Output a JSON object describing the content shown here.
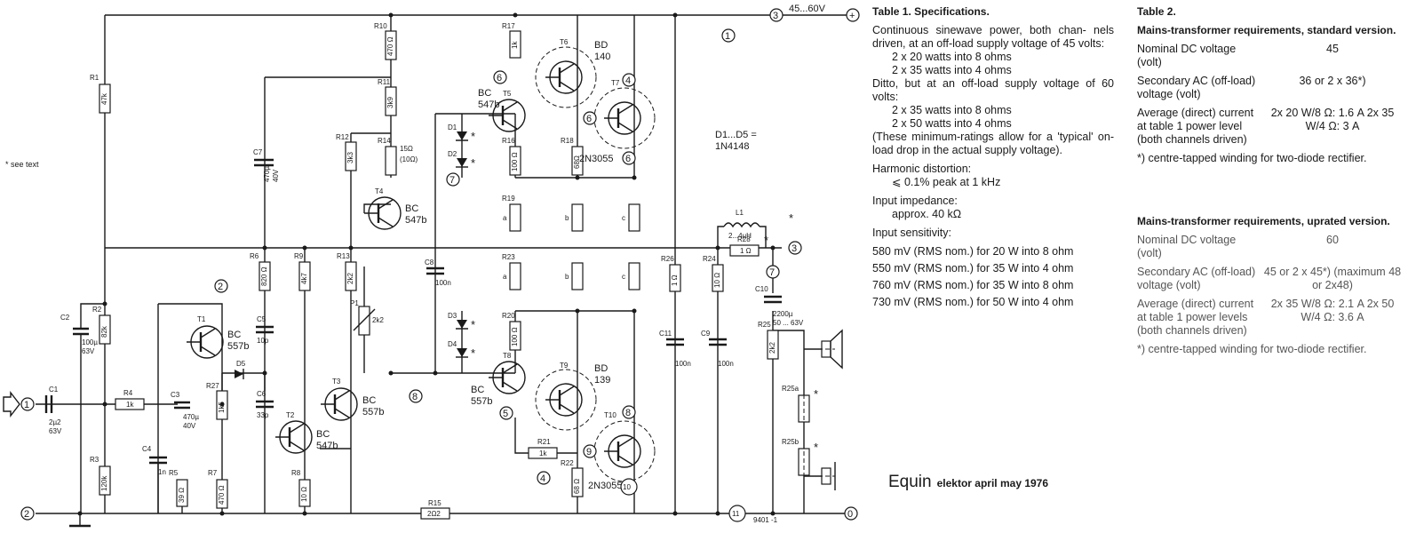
{
  "schematic": {
    "supply_label": "45...60V",
    "see_text": "* see text",
    "diode_note_1": "D1...D5 =",
    "diode_note_2": "1N4148",
    "ref_code": "9401 -1",
    "resistors": {
      "r1": "R1",
      "r1v": "47k",
      "r2": "R2",
      "r2v": "82k",
      "r3": "R3",
      "r3v": "120k",
      "r4": "R4",
      "r4v": "1k",
      "r5": "R5",
      "r5v": "39 Ω",
      "r6": "R6",
      "r6v": "820 Ω",
      "r7": "R7",
      "r7v": "470 Ω",
      "r8": "R8",
      "r8v": "10 Ω",
      "r9": "R9",
      "r9v": "4k7",
      "r10": "R10",
      "r10v": "470 Ω",
      "r11": "R11",
      "r11v": "3k9",
      "r12": "R12",
      "r12v": "3k3",
      "r13": "R13",
      "r13v": "2k2",
      "r14": "R14",
      "r14v": "15Ω",
      "r14v2": "(10Ω)",
      "r15": "R15",
      "r15v": "2Ω2",
      "r16": "R16",
      "r16v": "100 Ω",
      "r17": "R17",
      "r17v": "1k",
      "r18": "R18",
      "r18v": "68Ω",
      "r19": "R19",
      "r20": "R20",
      "r20v": "100 Ω",
      "r21": "R21",
      "r21v": "1k",
      "r22": "R22",
      "r22v": "68 Ω",
      "r23": "R23",
      "r24": "R24",
      "r24v": "10 Ω",
      "r25": "R25",
      "r25v": "2k2",
      "r25a": "R25a",
      "r25b": "R25b",
      "r26": "R26",
      "r26v": "1 Ω",
      "r27": "R27",
      "r27v": "1k5",
      "r28": "R28",
      "r28v": "1 Ω",
      "one_ohm": "1 Ω",
      "a": "a",
      "b": "b",
      "c": "c"
    },
    "capacitors": {
      "c1": "C1",
      "c1v": "2µ2",
      "c1v2": "63V",
      "c2": "C2",
      "c2v": "100µ",
      "c2v2": "63V",
      "c3": "C3",
      "c3v": "470µ",
      "c3v2": "40V",
      "c4": "C4",
      "c4v": "1n",
      "c5": "C5",
      "c5v": "10p",
      "c6": "C6",
      "c6v": "33p",
      "c7": "C7",
      "c7v": "470µ",
      "c7v2": "40V",
      "c8": "C8",
      "c8v": "100n",
      "c9": "C9",
      "c9v": "100n",
      "c10": "C10",
      "c10v": "2200µ",
      "c10v2": "50 ... 63V",
      "c11": "C11",
      "c11v": "100n"
    },
    "inductor": {
      "l1": "L1",
      "l1v": "2...4µH"
    },
    "pot": {
      "p1": "P1",
      "p1v": "2k2"
    },
    "diodes": {
      "d1": "D1",
      "d2": "D2",
      "d3": "D3",
      "d4": "D4",
      "d5": "D5"
    },
    "transistors": {
      "t1": "T1",
      "t1t1": "BC",
      "t1t2": "557b",
      "t2": "T2",
      "t2t1": "BC",
      "t2t2": "547b",
      "t3": "T3",
      "t3t1": "BC",
      "t3t2": "557b",
      "t4": "T4",
      "t4t1": "BC",
      "t4t2": "547b",
      "t5": "T5",
      "t5t1": "BC",
      "t5t2": "547b",
      "t6": "T6",
      "t6t1": "BD",
      "t6t2": "140",
      "t7": "T7",
      "t7t2": "2N3055",
      "t8": "T8",
      "t8t1": "BC",
      "t8t2": "557b",
      "t9": "T9",
      "t9t1": "BD",
      "t9t2": "139",
      "t10": "T10",
      "t10t2": "2N3055"
    },
    "nodes": [
      "1",
      "2",
      "3",
      "4",
      "5",
      "6",
      "7",
      "8",
      "9",
      "10",
      "11"
    ],
    "terminal_plus": "+",
    "terminal_zero": "0",
    "star": "*"
  },
  "table1": {
    "title": "Table 1. Specifications.",
    "intro": "Continuous sinewave power, both chan- nels driven, at an off-load supply voltage of 45 volts:",
    "p45_8": "2 x 20 watts into 8 ohms",
    "p45_4": "2 x 35 watts into 4 ohms",
    "ditto": "Ditto, but at an off-load supply voltage of 60 volts:",
    "p60_8": "2 x 35 watts into 8 ohms",
    "p60_4": "2 x 50 watts into 4 ohms",
    "note": "(These minimum-ratings allow for a 'typical' on-load drop in the actual supply voltage).",
    "hd_label": "Harmonic distortion:",
    "hd_value": "⩽ 0.1% peak at 1 kHz",
    "imp_label": "Input impedance:",
    "imp_value": "approx. 40 kΩ",
    "sens_label": "Input sensitivity:",
    "sens": [
      "580 mV (RMS nom.) for 20 W into 8 ohm",
      "550 mV (RMS nom.) for 35 W into 4 ohm",
      "760 mV (RMS nom.) for 35 W into 8 ohm",
      "730 mV (RMS nom.) for 50 W into 4 ohm"
    ]
  },
  "table2": {
    "title": "Table 2.",
    "std_head": "Mains-transformer requirements, standard version.",
    "std_rows": [
      {
        "label": "Nominal DC voltage (volt)",
        "value": "45"
      },
      {
        "label": "Secondary AC (off-load) voltage (volt)",
        "value": "36 or 2 x 36*)"
      },
      {
        "label": "Average (direct) current at table 1 power level (both channels driven)",
        "value": "2x 20 W/8 Ω: 1.6 A 2x 35 W/4 Ω: 3 A"
      }
    ],
    "std_foot": "*) centre-tapped winding for two-diode rectifier.",
    "upr_head": "Mains-transformer requirements, uprated version.",
    "upr_rows": [
      {
        "label": "Nominal DC voltage (volt)",
        "value": "60"
      },
      {
        "label": "Secondary AC (off-load) voltage (volt)",
        "value": "45 or 2 x 45*) (maximum 48 or 2x48)"
      },
      {
        "label": "Average (direct) current at table 1 power levels (both channels driven)",
        "value": "2x 35 W/8 Ω: 2.1 A 2x 50 W/4 Ω: 3.6 A"
      }
    ],
    "upr_foot": "*) centre-tapped winding for two-diode rectifier."
  },
  "credit": {
    "title": "Equin",
    "source": "elektor april may 1976"
  }
}
